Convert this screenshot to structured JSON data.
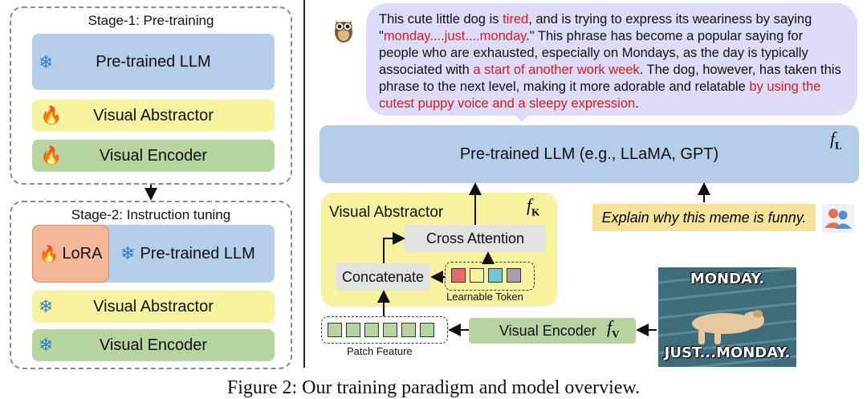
{
  "stage1": {
    "title": "Stage-1: Pre-training",
    "blocks": [
      "Pre-trained  LLM",
      "Visual Abstractor",
      "Visual Encoder"
    ]
  },
  "stage2": {
    "title": "Stage-2: Instruction tuning",
    "lora": "LoRA",
    "llm": "Pre-trained  LLM",
    "blocks": [
      "Visual Abstractor",
      "Visual Encoder"
    ]
  },
  "response": {
    "p1": "This cute little dog is ",
    "r1": "tired",
    "p2": ", and is trying to express its weariness by saying \"",
    "r2": "monday....just....monday",
    "p3": ".\" This phrase has become a popular saying for people who are exhausted, especially on Mondays, as the day is typically associated with ",
    "r3": "a start of another work week",
    "p4": ". The dog, however, has taken this phrase to the next level, making it more adorable and relatable ",
    "r4": "by using the cutest puppy voice and a sleepy expression",
    "p5": "."
  },
  "architecture": {
    "llm": "Pre-trained  LLM (e.g., LLaMA, GPT)",
    "llm_symbol": "f",
    "llm_sub": "L",
    "abstractor": "Visual Abstractor",
    "abstractor_symbol": "f",
    "abstractor_sub": "K",
    "cross_attention": "Cross Attention",
    "concatenate": "Concatenate",
    "learnable_token": "Learnable Token",
    "patch_feature": "Patch Feature",
    "encoder": "Visual Encoder",
    "encoder_symbol": "f",
    "encoder_sub": "V",
    "instruction": "Explain why this meme is funny.",
    "token_colors": [
      "#e86a6a",
      "#f6f2a0",
      "#6cc8d6",
      "#a89ab0"
    ]
  },
  "meme": {
    "top": "MONDAY.",
    "bottom": "JUST...MONDAY."
  },
  "caption": "Figure 2: Our training paradigm and model overview."
}
